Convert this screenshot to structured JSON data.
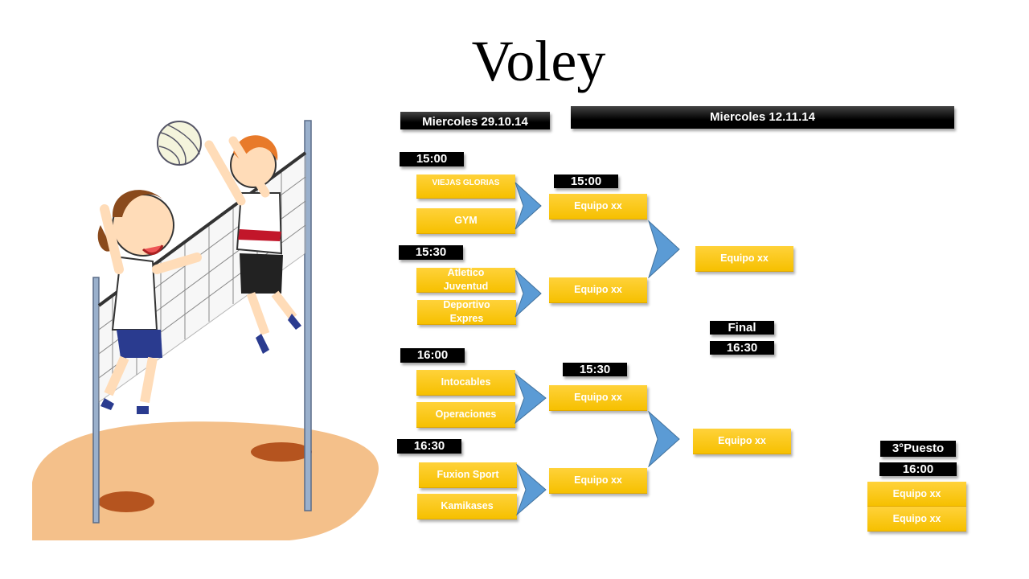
{
  "title": "Voley",
  "dates": {
    "first": "Miercoles 29.10.14",
    "second": "Miercoles 12.11.14"
  },
  "times": {
    "t1": "15:00",
    "t2": "15:30",
    "t3": "16:00",
    "t4": "16:30",
    "qf1": "15:00",
    "qf2": "15:30",
    "final_time": "16:30",
    "third_time": "16:00"
  },
  "labels": {
    "final": "Final",
    "third_place": "3°Puesto"
  },
  "teams": {
    "m1a": "VIEJAS GLORIAS",
    "m1b": "GYM",
    "m2a": "Atletico Juventud",
    "m2b": "Deportivo Expres",
    "m3a": "Intocables",
    "m3b": "Operaciones",
    "m4a": "Fuxion Sport",
    "m4b": "Kamikases"
  },
  "placeholders": {
    "r2_1": "Equipo xx",
    "r2_2": "Equipo xx",
    "r2_3": "Equipo xx",
    "r2_4": "Equipo xx",
    "semi_1": "Equipo xx",
    "semi_2": "Equipo xx",
    "third_1": "Equipo xx",
    "third_2": "Equipo xx"
  },
  "colors": {
    "team_box": "#f6c000",
    "arrow": "#5b9bd5",
    "header_bg": "#000000"
  }
}
